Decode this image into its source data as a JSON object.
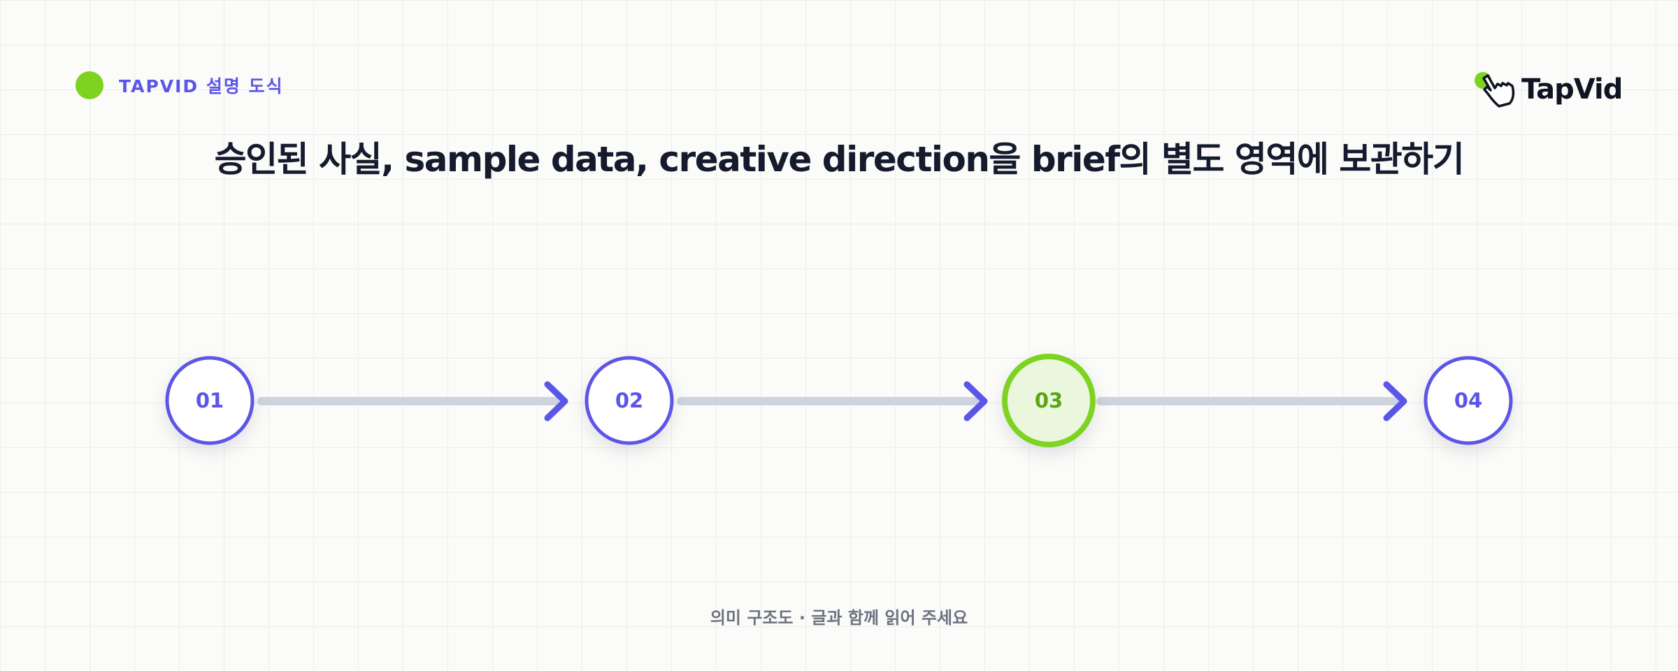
{
  "header": {
    "eyebrow_label": "TAPVID 설명 도식",
    "logo_text": "TapVid",
    "logo_icon": "hand-pointer-icon"
  },
  "title": "승인된 사실, sample data, creative direction을 brief의 별도 영역에 보관하기",
  "steps": [
    {
      "label": "01",
      "active": false
    },
    {
      "label": "02",
      "active": false
    },
    {
      "label": "03",
      "active": true
    },
    {
      "label": "04",
      "active": false
    }
  ],
  "connector_icon": "arrow-right-icon",
  "caption": "의미 구조도 · 글과 함께 읽어 주세요",
  "colors": {
    "accent": "#5b55e8",
    "highlight": "#7ed321",
    "highlight_fill": "#eaf7dc",
    "highlight_text": "#5aa516",
    "connector": "#cdd4de",
    "title": "#151a2d",
    "caption": "#6d7280"
  }
}
